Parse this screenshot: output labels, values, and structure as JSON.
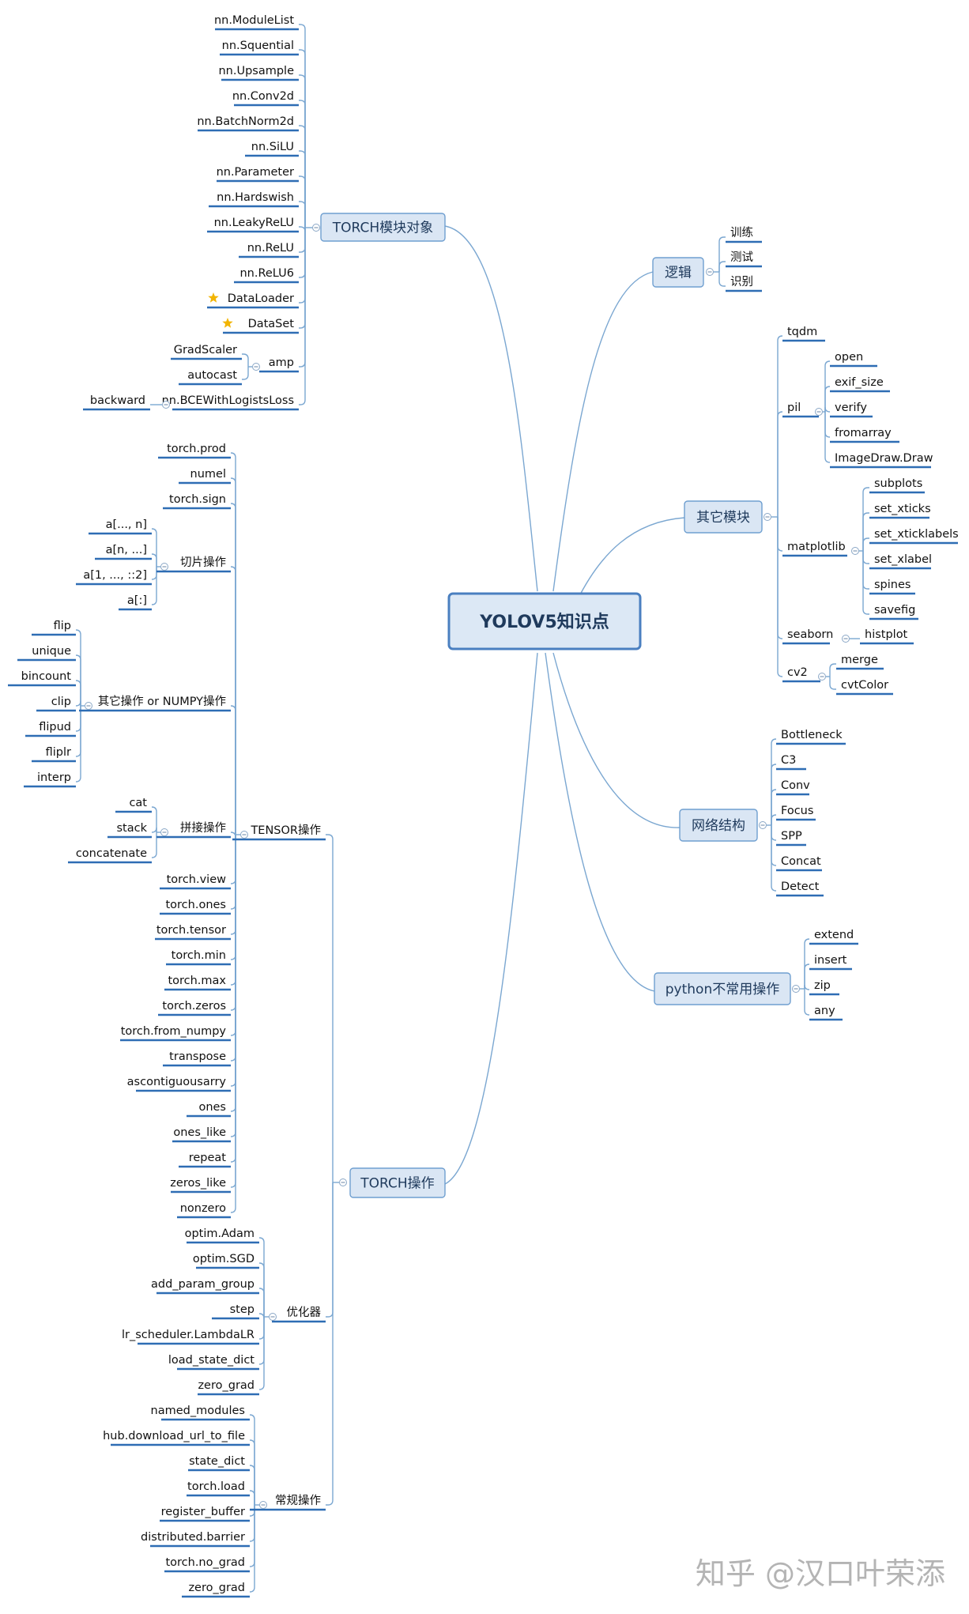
{
  "central": "YOLOV5知识点",
  "branches": {
    "torch_modules": {
      "label": "TORCH模块对象",
      "children": [
        "nn.ModuleList",
        "nn.Squential",
        "nn.Upsample",
        "nn.Conv2d",
        "nn.BatchNorm2d",
        "nn.SiLU",
        "nn.Parameter",
        "nn.Hardswish",
        "nn.LeakyReLU",
        "nn.ReLU",
        "nn.ReLU6",
        "DataLoader",
        "DataSet",
        "amp",
        "nn.BCEWithLogistsLoss"
      ],
      "starred": [
        "DataLoader",
        "DataSet"
      ],
      "amp_children": [
        "GradScaler",
        "autocast"
      ],
      "bce_children": [
        "backward"
      ]
    },
    "logic": {
      "label": "逻辑",
      "children": [
        "训练",
        "测试",
        "识别"
      ]
    },
    "other_modules": {
      "label": "其它模块",
      "children": [
        "tqdm",
        "pil",
        "matplotlib",
        "seaborn",
        "cv2"
      ],
      "pil_children": [
        "open",
        "exif_size",
        "verify",
        "fromarray",
        "ImageDraw.Draw"
      ],
      "matplotlib_children": [
        "subplots",
        "set_xticks",
        "set_xticklabels",
        "set_xlabel",
        "spines",
        "savefig"
      ],
      "seaborn_children": [
        "histplot"
      ],
      "cv2_children": [
        "merge",
        "cvtColor"
      ]
    },
    "network": {
      "label": "网络结构",
      "children": [
        "Bottleneck",
        "C3",
        "Conv",
        "Focus",
        "SPP",
        "Concat",
        "Detect"
      ]
    },
    "python_ops": {
      "label": "python不常用操作",
      "children": [
        "extend",
        "insert",
        "zip",
        "any"
      ]
    },
    "torch_ops": {
      "label": "TORCH操作",
      "children": [
        "TENSOR操作",
        "优化器",
        "常规操作"
      ],
      "tensor": {
        "label": "TENSOR操作",
        "children": [
          "torch.prod",
          "numel",
          "torch.sign",
          "切片操作",
          "其它操作 or NUMPY操作",
          "拼接操作",
          "torch.view",
          "torch.ones",
          "torch.tensor",
          "torch.min",
          "torch.max",
          "torch.zeros",
          "torch.from_numpy",
          "transpose",
          "ascontiguousarry",
          "ones",
          "ones_like",
          "repeat",
          "zeros_like",
          "nonzero"
        ],
        "slice_children": [
          "a[..., n]",
          "a[n, ...]",
          "a[1, ..., ::2]",
          "a[:]"
        ],
        "numpy_children": [
          "flip",
          "unique",
          "bincount",
          "clip",
          "flipud",
          "fliplr",
          "interp"
        ],
        "concat_children": [
          "cat",
          "stack",
          "concatenate"
        ]
      },
      "optimizer": {
        "label": "优化器",
        "children": [
          "optim.Adam",
          "optim.SGD",
          "add_param_group",
          "step",
          "lr_scheduler.LambdaLR",
          "load_state_dict",
          "zero_grad"
        ]
      },
      "common": {
        "label": "常规操作",
        "children": [
          "named_modules",
          "hub.download_url_to_file",
          "state_dict",
          "torch.load",
          "register_buffer",
          "distributed.barrier",
          "torch.no_grad",
          "zero_grad"
        ]
      }
    }
  },
  "watermark": "知乎 @汉口叶荣添",
  "colors": {
    "branch_line": "#7ba7d1",
    "underline": "#2e6db4",
    "topic_fill": "#dae6f4",
    "topic_stroke": "#6f9fd0",
    "central_stroke": "#4a7fc0",
    "star": "#f2b400"
  }
}
